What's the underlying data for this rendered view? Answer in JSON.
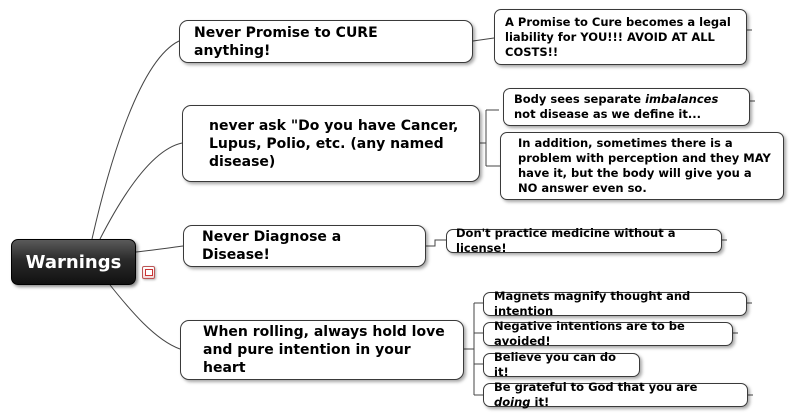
{
  "root": {
    "label": "Warnings"
  },
  "branches": [
    {
      "label": "Never Promise to CURE anything!",
      "children": [
        {
          "parts": [
            "A Promise to Cure becomes a legal liability for YOU!!! AVOID AT ALL COSTS!!"
          ]
        }
      ]
    },
    {
      "label": "never ask \"Do you have Cancer, Lupus, Polio, etc. (any named disease)",
      "children": [
        {
          "parts": [
            "Body sees separate ",
            "imbalances",
            " not disease as we define it..."
          ]
        },
        {
          "parts": [
            "In addition, sometimes there is a problem with perception and they MAY have it, but the body will give you a NO answer even so."
          ]
        }
      ]
    },
    {
      "label": "Never Diagnose a Disease!",
      "children": [
        {
          "parts": [
            "Don't practice medicine without a license!"
          ]
        }
      ]
    },
    {
      "label": "When rolling, always hold love and pure intention in your heart",
      "children": [
        {
          "parts": [
            "Magnets magnify thought and intention"
          ]
        },
        {
          "parts": [
            "Negative intentions are to be avoided!"
          ]
        },
        {
          "parts": [
            "Believe you can do it!"
          ]
        },
        {
          "parts": [
            "Be grateful to God that you are ",
            "doing",
            " it!"
          ]
        }
      ]
    }
  ],
  "colors": {
    "root_fill": "#1a1a1a",
    "root_text": "#ffffff",
    "node_border": "#3a3a3a",
    "link": "#444444",
    "note_icon": "#cc3333"
  },
  "icons": {
    "root_note": "note-icon"
  }
}
